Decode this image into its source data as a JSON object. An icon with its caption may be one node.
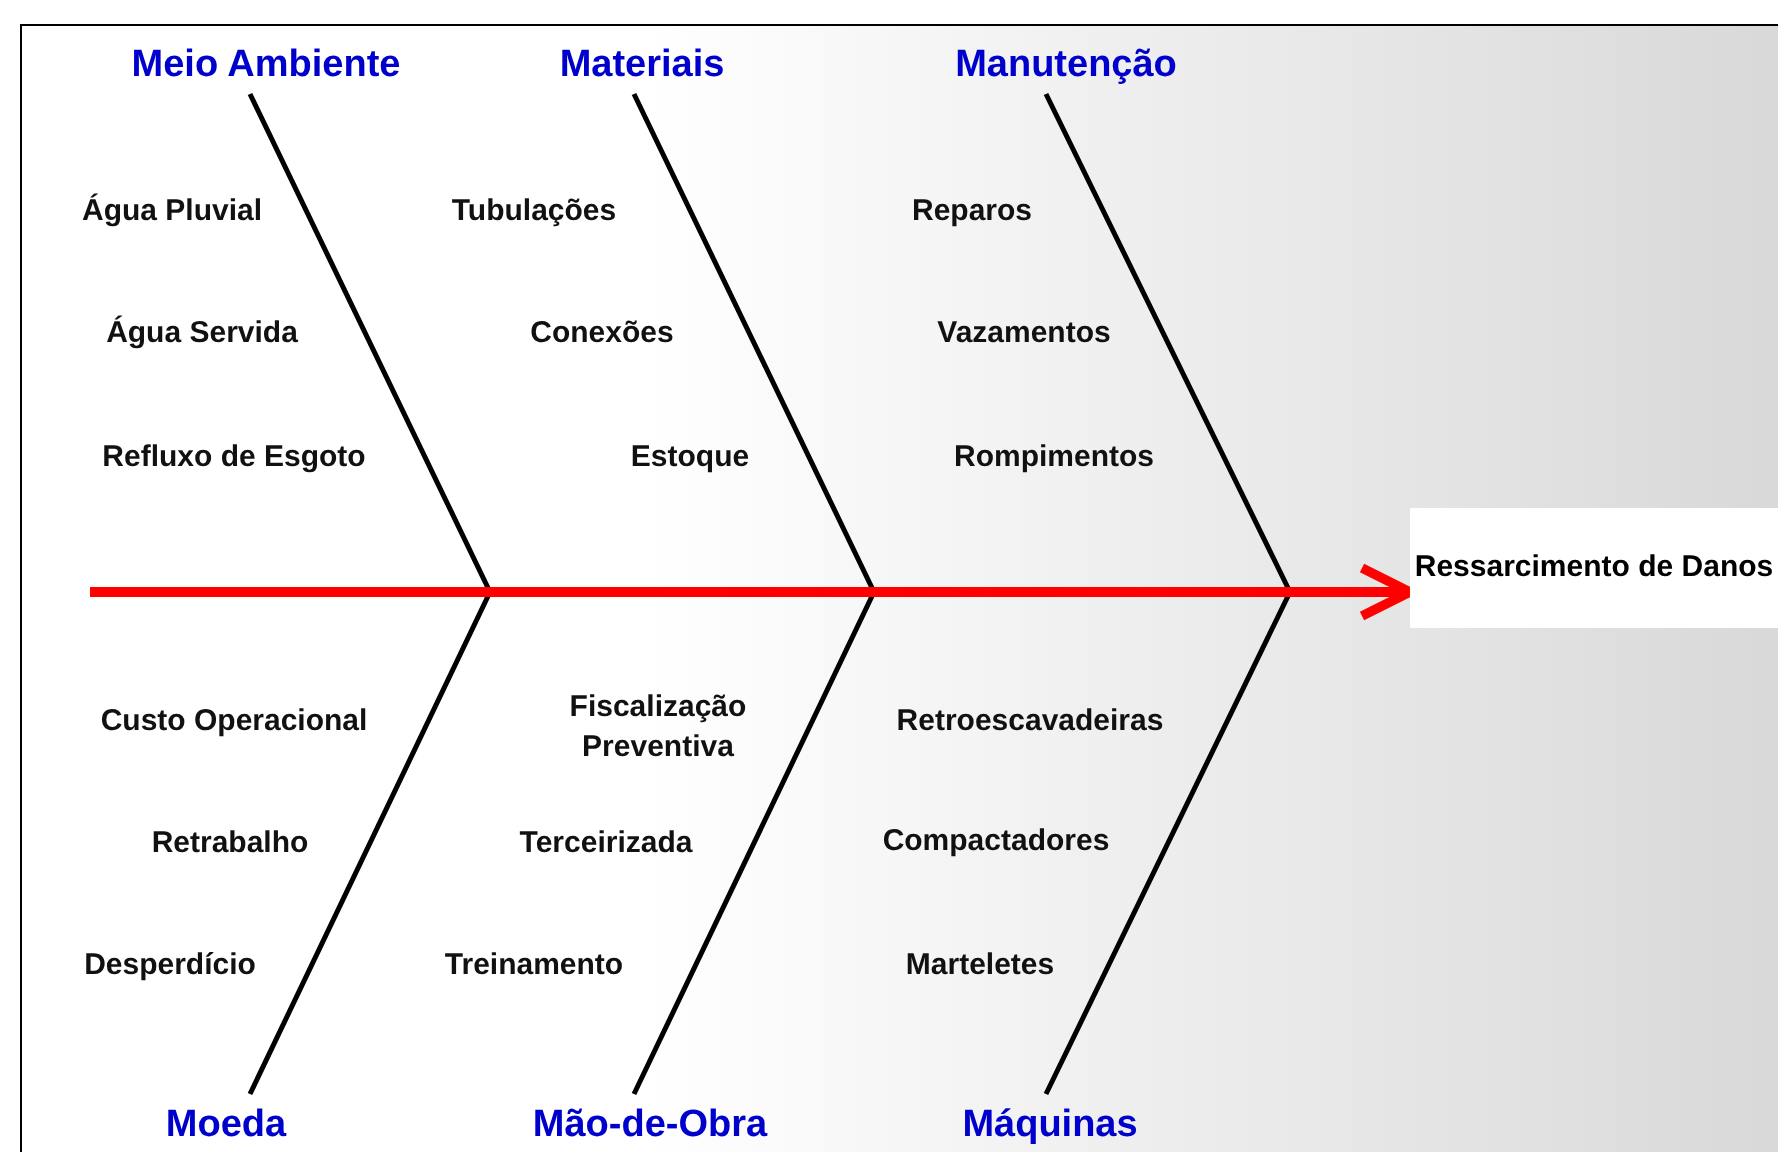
{
  "diagram": {
    "nodes": [
      {
        "text": [
          "Meio Ambiente"
        ]
      },
      {
        "text": [
          "Materiais"
        ]
      },
      {
        "text": [
          "Manutenção"
        ]
      },
      {
        "text": [
          "Ressarcimento de Danos"
        ]
      },
      {
        "text": [
          "Moeda"
        ]
      },
      {
        "text": [
          "Mão-de-Obra"
        ]
      },
      {
        "text": [
          "Máquinas"
        ]
      }
    ],
    "edges": [
      {
        "from": null,
        "to": 3,
        "arrow": "to",
        "style": "thick",
        "color": "#ff0000"
      },
      {
        "from": 0,
        "to": 3,
        "arrow": "none"
      },
      {
        "from": 1,
        "to": 3,
        "arrow": "none"
      },
      {
        "from": 2,
        "to": 3,
        "arrow": "none"
      },
      {
        "from": 4,
        "to": 3,
        "arrow": "none"
      },
      {
        "from": 5,
        "to": 3,
        "arrow": "none"
      },
      {
        "from": 6,
        "to": 3,
        "arrow": "none"
      }
    ],
    "labels": [
      "Água Pluvial",
      "Tubulações",
      "Reparos",
      "Água Servida",
      "Conexões",
      "Vazamentos",
      "Refluxo de Esgoto",
      "Estoque",
      "Rompimentos",
      "Custo Operacional",
      "Fiscalização Preventiva",
      "Retroescavadeiras",
      "Retrabalho",
      "Terceirizada",
      "Compactadores",
      "Desperdício",
      "Treinamento",
      "Marteletes"
    ]
  }
}
